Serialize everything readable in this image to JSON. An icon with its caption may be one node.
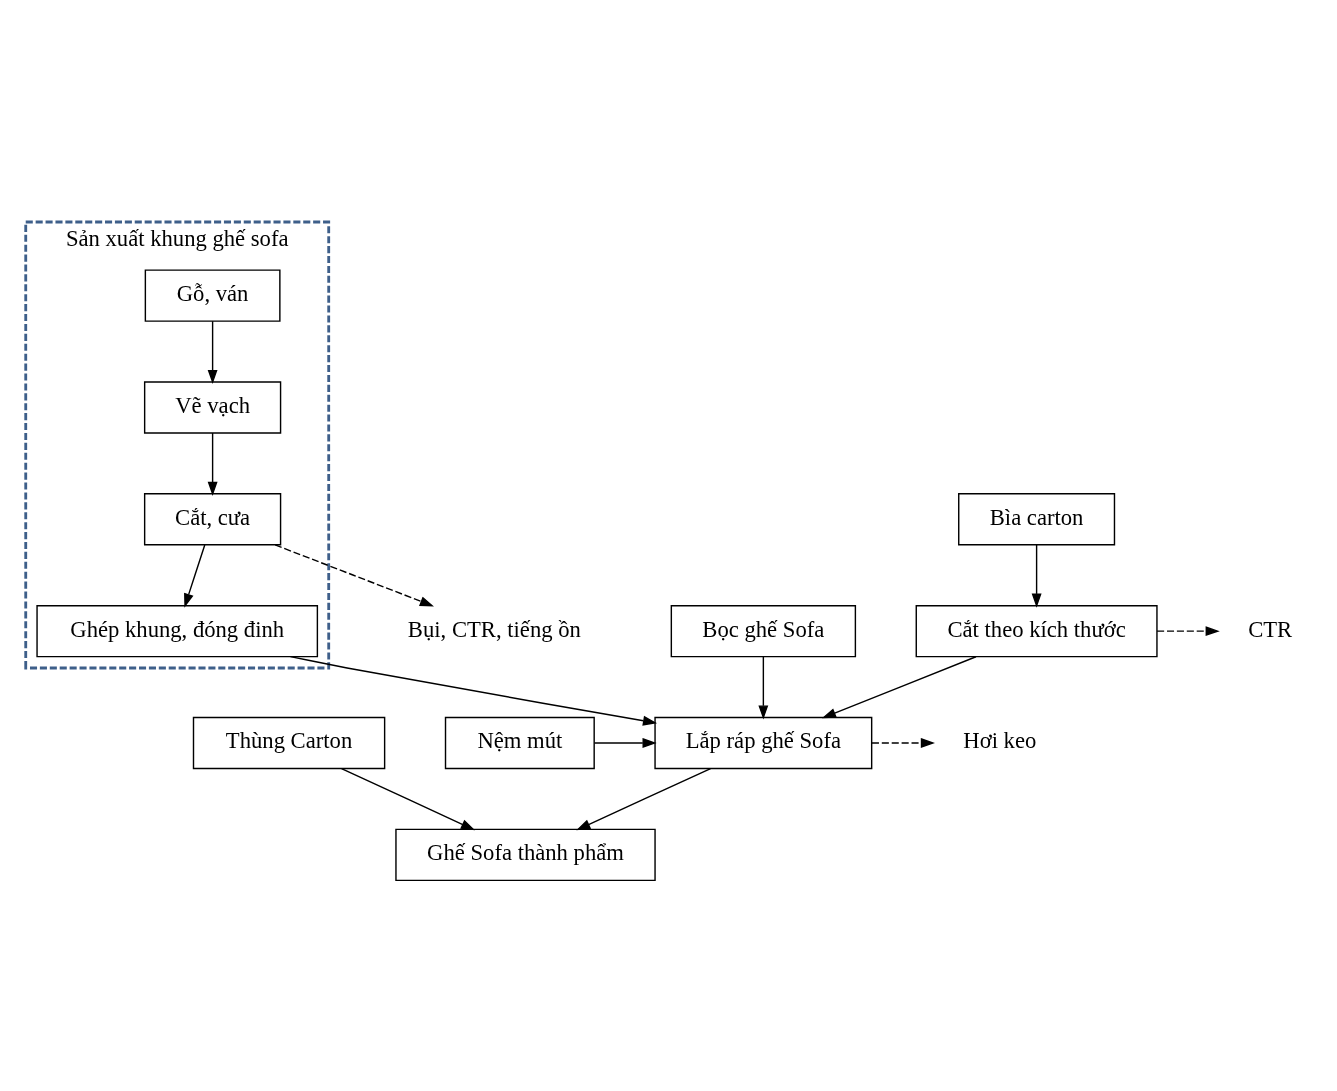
{
  "diagram": {
    "nodes": [
      {
        "text": [
          "Sản xuất khung ghế sofa"
        ]
      },
      {
        "text": [
          "Gỗ, ván"
        ],
        "in": 0
      },
      {
        "text": [
          "Vẽ vạch"
        ],
        "in": 0
      },
      {
        "text": [
          "Cắt, cưa"
        ],
        "in": 0
      },
      {
        "text": [
          "Ghép khung, đóng đinh"
        ],
        "in": 0
      },
      {
        "text": [
          "Bìa carton"
        ]
      },
      {
        "text": [
          "Bụi, CTR, tiếng ồn"
        ]
      },
      {
        "text": [
          "Bọc ghế Sofa"
        ]
      },
      {
        "text": [
          "Cắt theo kích thước"
        ]
      },
      {
        "text": [
          "CTR"
        ]
      },
      {
        "text": [
          "Nệm mút"
        ]
      },
      {
        "text": [
          "Lắp ráp ghế Sofa"
        ]
      },
      {
        "text": [
          "Hơi keo"
        ]
      },
      {
        "text": [
          "Thùng Carton"
        ]
      },
      {
        "text": [
          "Ghế Sofa thành phẩm"
        ]
      }
    ],
    "edges": [
      {
        "from": 1,
        "to": 2,
        "arrow": "to"
      },
      {
        "from": 2,
        "to": 3,
        "arrow": "to"
      },
      {
        "from": 3,
        "to": 4,
        "arrow": "to"
      },
      {
        "from": 3,
        "to": 6,
        "arrow": "to",
        "style": "dashed"
      },
      {
        "from": 5,
        "to": 8,
        "arrow": "to"
      },
      {
        "from": 8,
        "to": 9,
        "arrow": "to",
        "style": "dashed"
      },
      {
        "from": 7,
        "to": 11,
        "arrow": "to"
      },
      {
        "from": 4,
        "to": 11,
        "arrow": "to"
      },
      {
        "from": 8,
        "to": 11,
        "arrow": "to"
      },
      {
        "from": 10,
        "to": 11,
        "arrow": "to"
      },
      {
        "from": 11,
        "to": 12,
        "arrow": "to",
        "style": "dashed"
      },
      {
        "from": 11,
        "to": 14,
        "arrow": "to"
      },
      {
        "from": 13,
        "to": 14,
        "arrow": "to"
      }
    ]
  }
}
